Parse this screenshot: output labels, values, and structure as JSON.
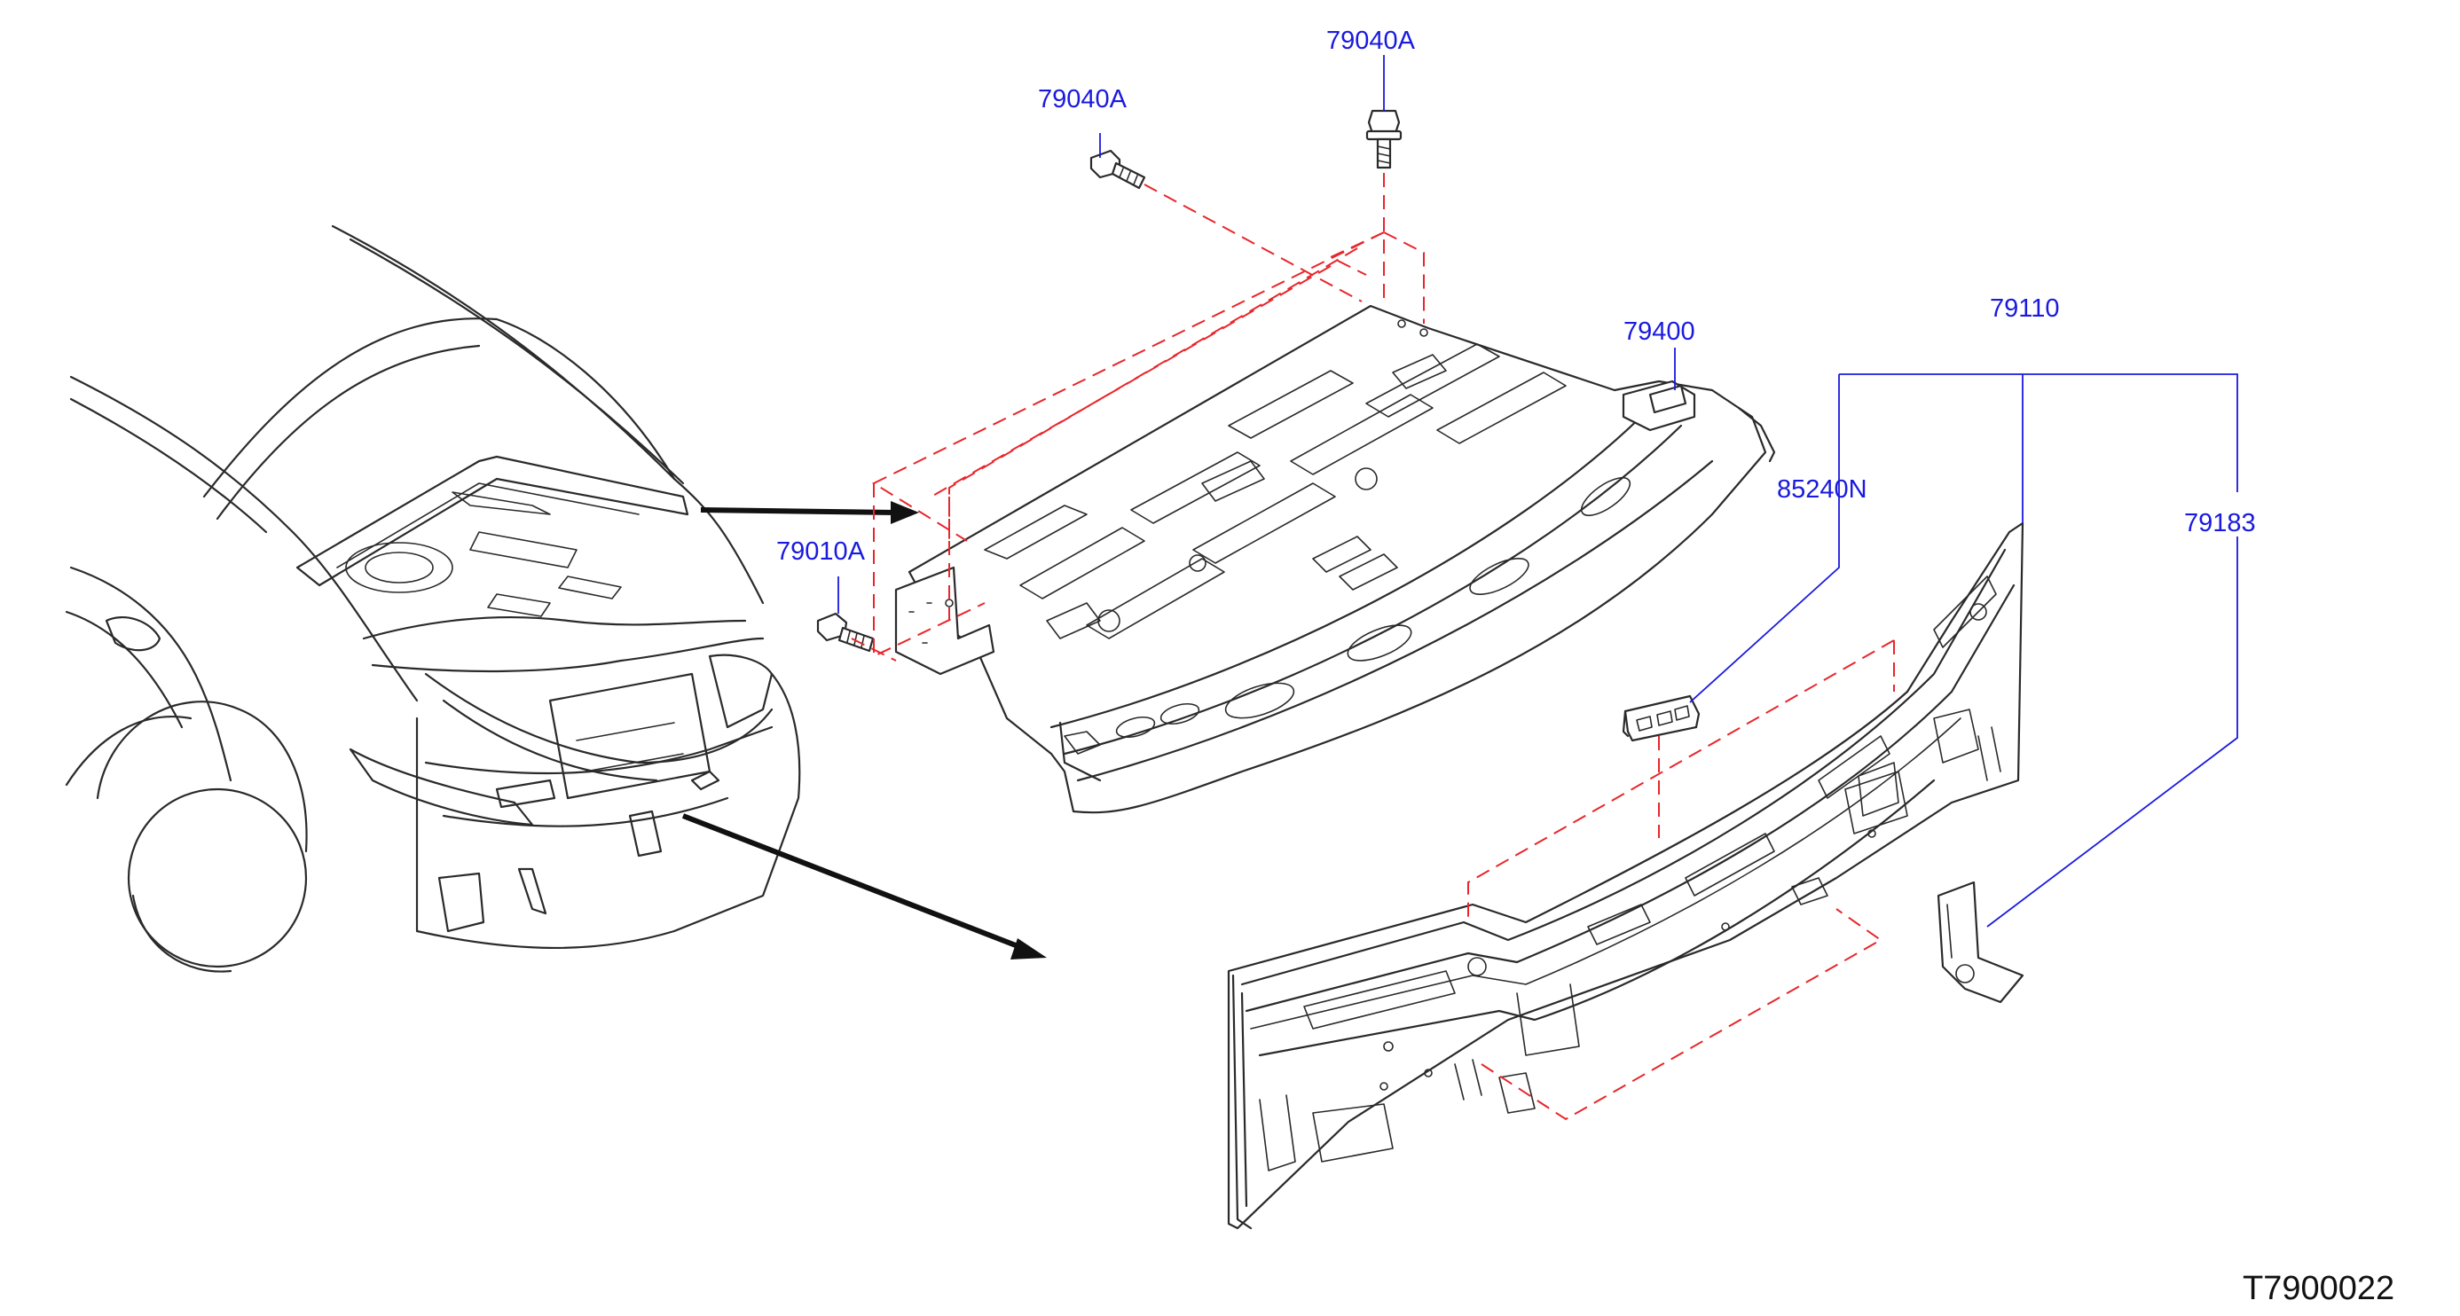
{
  "diagram": {
    "code": "T7900022",
    "labels": {
      "bolt_top": "79040A",
      "bolt_left": "79040A",
      "bolt_side": "79010A",
      "rear_parcel_shelf": "79400",
      "rear_panel_assembly": "79110",
      "bracket_small": "85240N",
      "bracket_corner": "79183"
    }
  },
  "colors": {
    "label_blue": "#1a1adf",
    "dash_red": "#e8262b",
    "line": "#2a2a2a",
    "background": "#ffffff"
  }
}
